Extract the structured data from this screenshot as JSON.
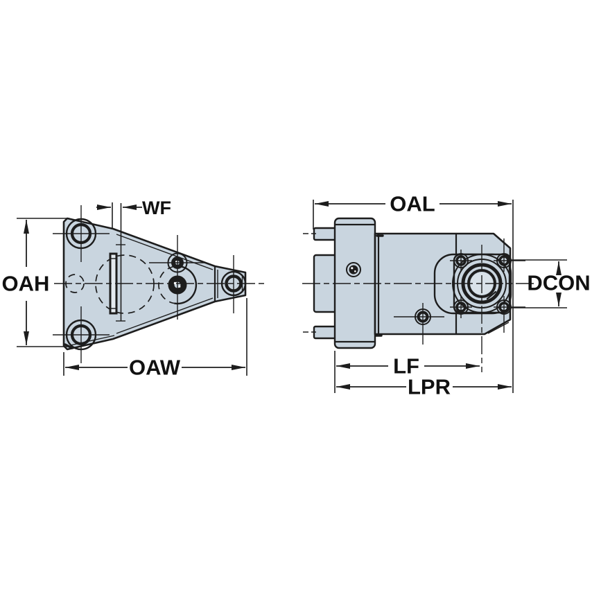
{
  "drawing": {
    "dimension_labels": {
      "oah": "OAH",
      "wf": "WF",
      "oaw": "OAW",
      "oal": "OAL",
      "dcon": "DCON",
      "lf": "LF",
      "lpr": "LPR"
    },
    "colors": {
      "background": "#ffffff",
      "part_fill": "#c9d5df",
      "part_fill_light": "#e4eaef",
      "bore_fill": "#d9e2e9",
      "line": "#1d1d1d",
      "text": "#111111"
    }
  }
}
